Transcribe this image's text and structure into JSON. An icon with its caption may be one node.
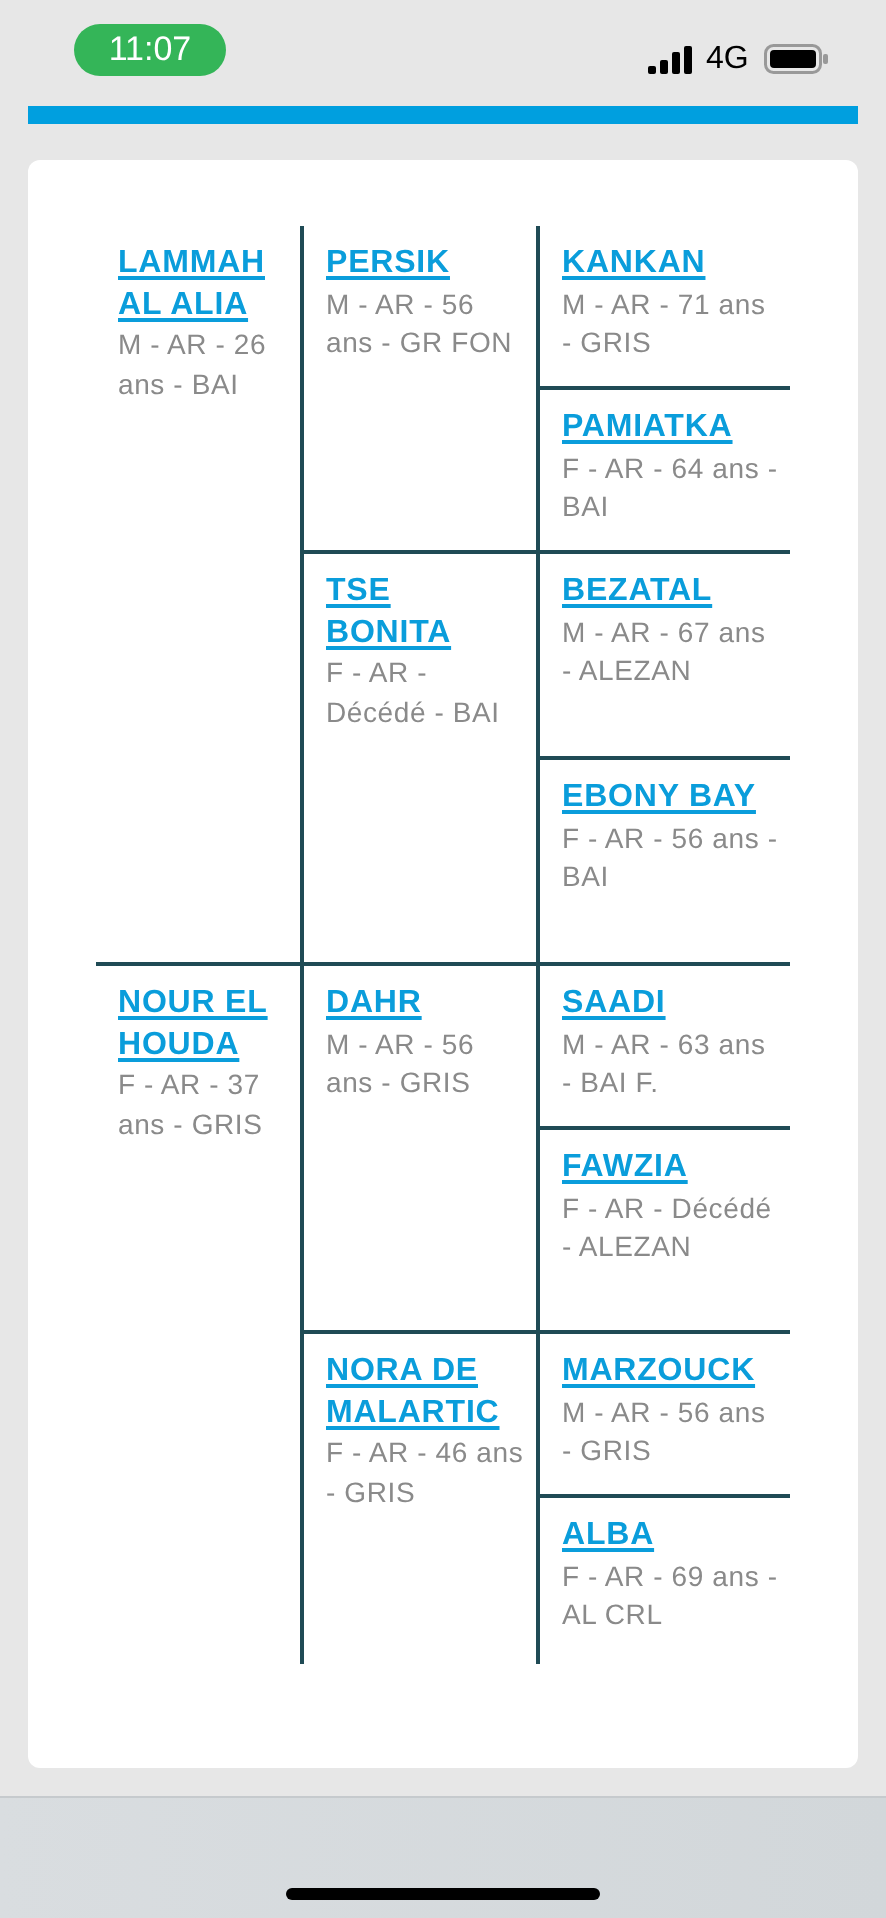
{
  "diagram": {
    "nodes": [
      {
        "text": [
          "LAMMAH AL ALIA",
          "M - AR - 26 ans - BAI"
        ]
      },
      {
        "text": [
          "PERSIK",
          "M - AR - 56 ans - GR FON"
        ]
      },
      {
        "text": [
          "KANKAN",
          "M - AR - 71 ans - GRIS"
        ]
      },
      {
        "text": [
          "PAMIATKA",
          "F - AR - 64 ans - BAI"
        ]
      },
      {
        "text": [
          "TSE BONITA",
          "F - AR - Décédé - BAI"
        ]
      },
      {
        "text": [
          "BEZATAL",
          "M - AR - 67 ans - ALEZAN"
        ]
      },
      {
        "text": [
          "EBONY BAY",
          "F - AR - 56 ans - BAI"
        ]
      },
      {
        "text": [
          "NOUR EL HOUDA",
          "F - AR - 37 ans - GRIS"
        ]
      },
      {
        "text": [
          "DAHR",
          "M - AR - 56 ans - GRIS"
        ]
      },
      {
        "text": [
          "SAADI",
          "M - AR - 63 ans - BAI F."
        ]
      },
      {
        "text": [
          "FAWZIA",
          "F - AR - Décédé - ALEZAN"
        ]
      },
      {
        "text": [
          "NORA DE MALARTIC",
          "F - AR - 46 ans - GRIS"
        ]
      },
      {
        "text": [
          "MARZOUCK",
          "M - AR - 56 ans - GRIS"
        ]
      },
      {
        "text": [
          "ALBA",
          "F - AR - 69 ans - AL CRL"
        ]
      }
    ],
    "labels": [
      "11:07",
      "4G"
    ]
  }
}
